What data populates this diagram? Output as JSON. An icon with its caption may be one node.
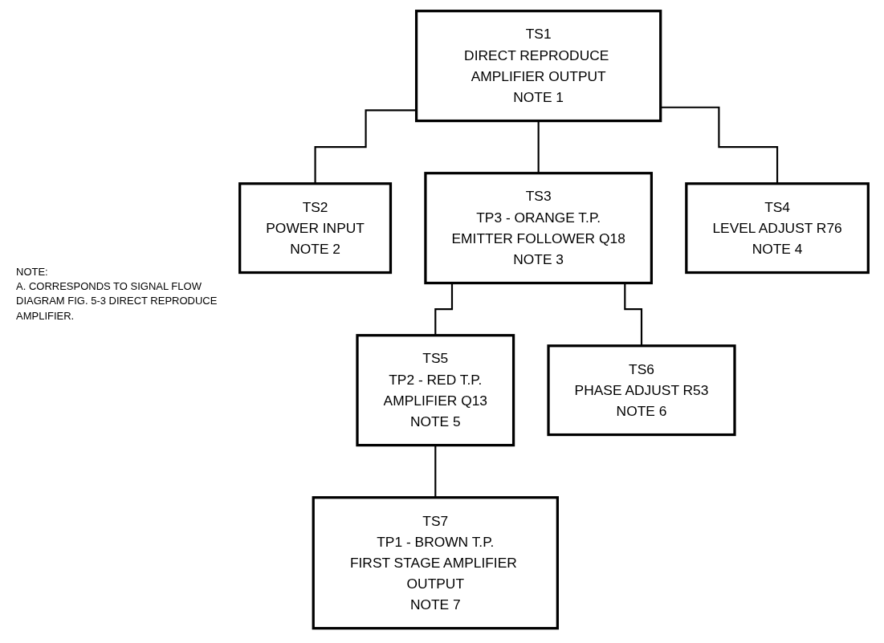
{
  "diagram": {
    "nodes": [
      {
        "text": [
          "TS1",
          "DIRECT REPRODUCE AMPLIFIER OUTPUT",
          "NOTE 1"
        ]
      },
      {
        "text": [
          "TS2",
          "POWER INPUT",
          "NOTE 2"
        ]
      },
      {
        "text": [
          "TS3",
          "TP3 - ORANGE T.P.",
          "EMITTER FOLLOWER Q18",
          "NOTE 3"
        ]
      },
      {
        "text": [
          "TS4",
          "LEVEL ADJUST R76",
          "NOTE 4"
        ]
      },
      {
        "text": [
          "TS5",
          "TP2 - RED T.P.",
          "AMPLIFIER Q13",
          "NOTE 5"
        ]
      },
      {
        "text": [
          "TS6",
          "PHASE ADJUST R53",
          "NOTE 6"
        ]
      },
      {
        "text": [
          "TS7",
          "TP1 - BROWN T.P.",
          "FIRST STAGE AMPLIFIER OUTPUT",
          "NOTE 7"
        ]
      }
    ],
    "edges": [
      {
        "from": 0,
        "to": 1,
        "arrow": "none"
      },
      {
        "from": 0,
        "to": 2,
        "arrow": "none"
      },
      {
        "from": 0,
        "to": 3,
        "arrow": "none"
      },
      {
        "from": 2,
        "to": 4,
        "arrow": "none"
      },
      {
        "from": 2,
        "to": 5,
        "arrow": "none"
      },
      {
        "from": 4,
        "to": 6,
        "arrow": "none"
      }
    ],
    "labels": [
      "NOTE:",
      "A. CORRESPONDS TO SIGNAL FLOW DIAGRAM FIG. 5-3 DIRECT REPRODUCE AMPLIFIER."
    ]
  }
}
